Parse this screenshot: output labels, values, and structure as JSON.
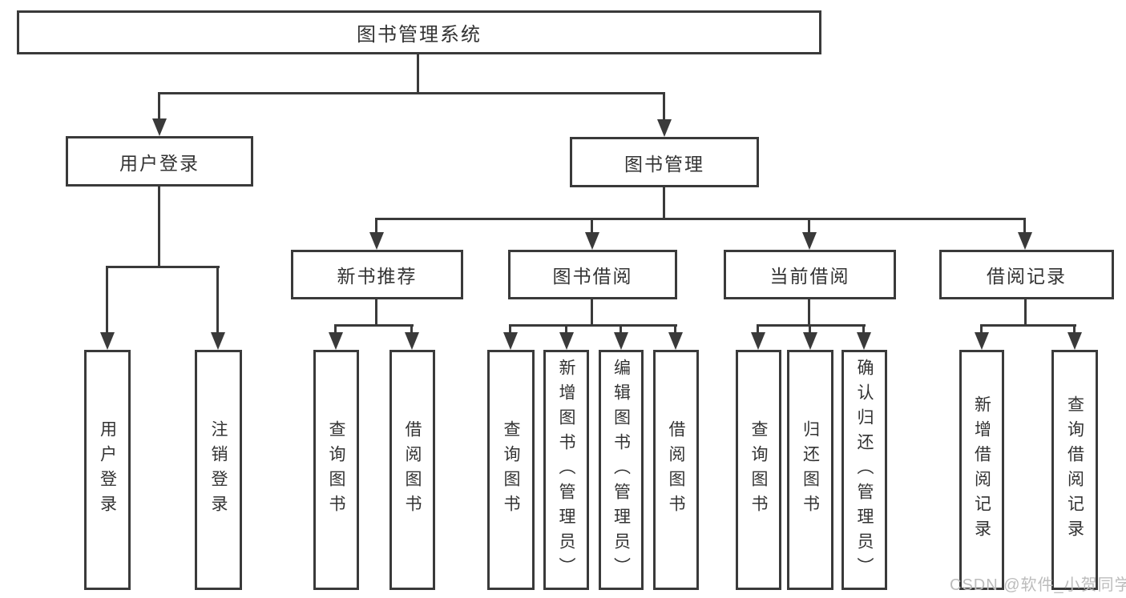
{
  "colors": {
    "line": "#3a3a3a",
    "text": "#333333",
    "background": "#ffffff",
    "watermark": "#bcbcbc"
  },
  "root": {
    "label": "图书管理系统"
  },
  "level2": [
    {
      "label": "用户登录",
      "parent": "图书管理系统"
    },
    {
      "label": "图书管理",
      "parent": "图书管理系统"
    }
  ],
  "level3": [
    {
      "label": "新书推荐",
      "parent": "图书管理"
    },
    {
      "label": "图书借阅",
      "parent": "图书管理"
    },
    {
      "label": "当前借阅",
      "parent": "图书管理"
    },
    {
      "label": "借阅记录",
      "parent": "图书管理"
    }
  ],
  "leaves": [
    {
      "label": "用户登录",
      "parent": "用户登录"
    },
    {
      "label": "注销登录",
      "parent": "用户登录"
    },
    {
      "label": "查询图书",
      "parent": "新书推荐"
    },
    {
      "label": "借阅图书",
      "parent": "新书推荐"
    },
    {
      "label": "查询图书",
      "parent": "图书借阅"
    },
    {
      "label": "新增图书（管理员）",
      "parent": "图书借阅"
    },
    {
      "label": "编辑图书（管理员）",
      "parent": "图书借阅"
    },
    {
      "label": "借阅图书",
      "parent": "图书借阅"
    },
    {
      "label": "查询图书",
      "parent": "当前借阅"
    },
    {
      "label": "归还图书",
      "parent": "当前借阅"
    },
    {
      "label": "确认归还（管理员）",
      "parent": "当前借阅"
    },
    {
      "label": "新增借阅记录",
      "parent": "借阅记录"
    },
    {
      "label": "查询借阅记录",
      "parent": "借阅记录"
    }
  ],
  "watermark": {
    "text": "CSDN @软件_小贺同学"
  }
}
